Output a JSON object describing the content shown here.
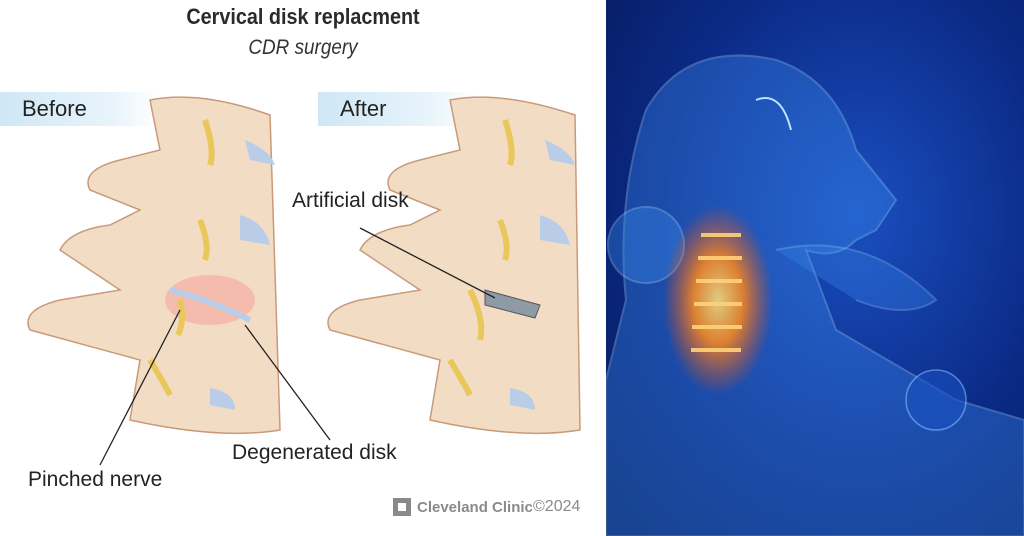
{
  "diagram": {
    "title": "Cervical disk replacment",
    "subtitle": "CDR surgery",
    "panels": [
      {
        "label": "Before"
      },
      {
        "label": "After"
      }
    ],
    "annotations": {
      "artificial_disk": "Artificial disk",
      "degenerated_disk": "Degenerated disk",
      "pinched_nerve": "Pinched nerve"
    },
    "credit": {
      "brand": "Cleveland Clinic",
      "copyright": "©2024"
    }
  },
  "colors": {
    "bone": "#f3dcc4",
    "disk": "#b9cde8",
    "nerve": "#e9c75a",
    "inflammation": "#f6a7a0",
    "photo_bg": "#0b2a86",
    "pain_glow": "#ff8a1a"
  }
}
